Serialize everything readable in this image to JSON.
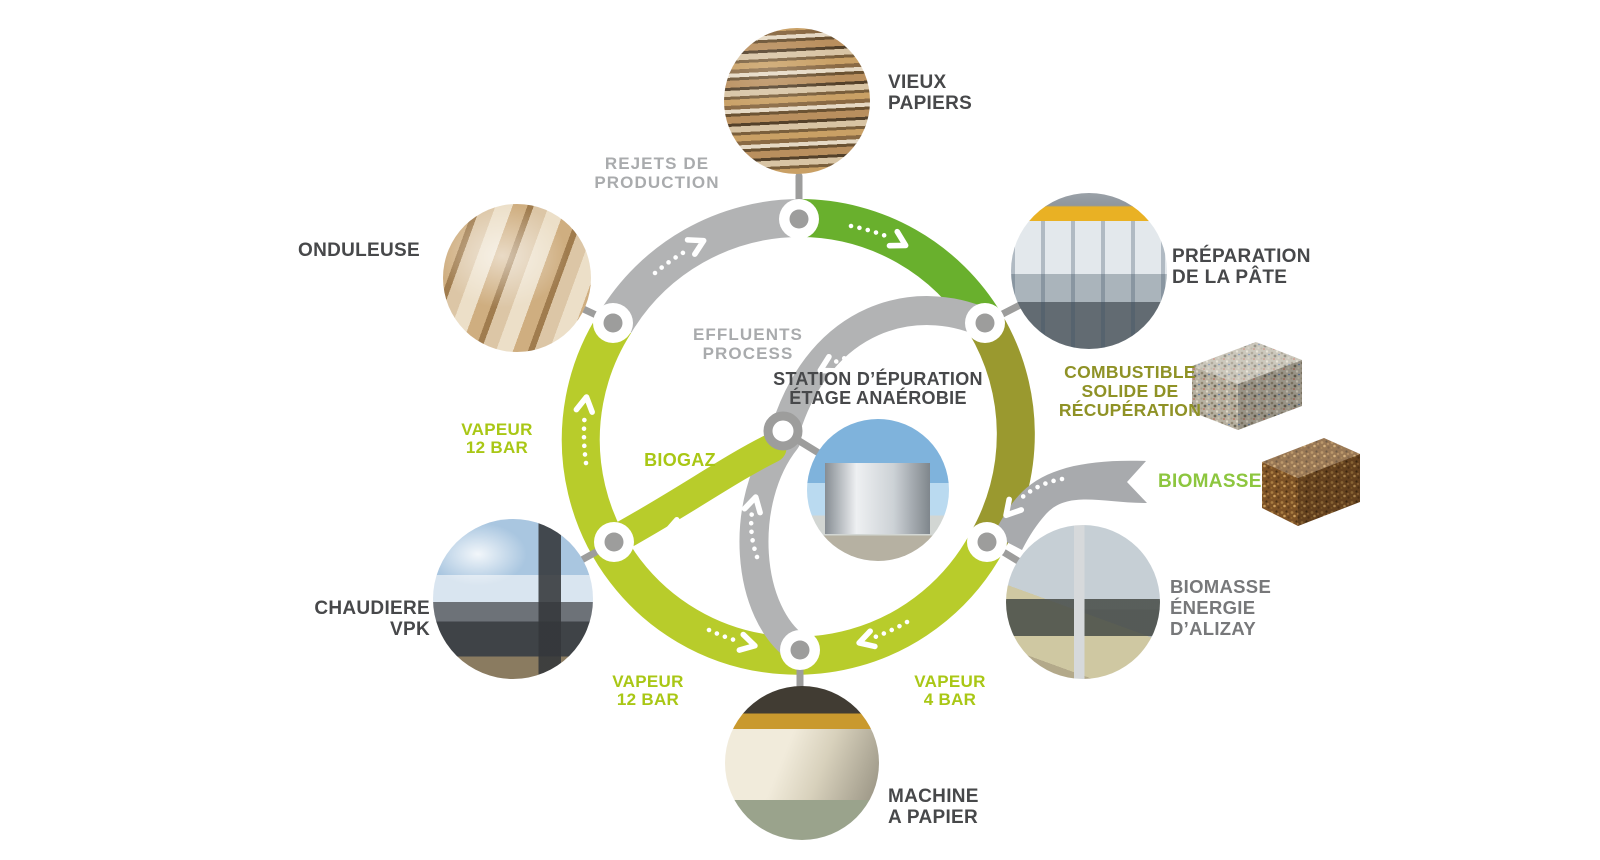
{
  "diagram": {
    "background": "#ffffff",
    "nodes": {
      "vieux_papiers": {
        "label": "VIEUX\nPAPIERS",
        "photo": "stacked-waste-paper-bales"
      },
      "preparation_pate": {
        "label": "PRÉPARATION\nDE LA PÂTE",
        "photo": "pulp-preparation-plant-interior"
      },
      "biomasse_energie": {
        "label": "BIOMASSE\nÉNERGIE\nD’ALIZAY",
        "photo": "biomass-power-plant"
      },
      "machine_papier": {
        "label": "MACHINE\nA PAPIER",
        "photo": "paper-machine-hall"
      },
      "chaudiere_vpk": {
        "label": "CHAUDIERE\nVPK",
        "photo": "vpk-boiler-site"
      },
      "onduleuse": {
        "label": "ONDULEUSE",
        "photo": "cardboard-reels"
      },
      "station_epuration": {
        "label": "STATION D’ÉPURATION\nÉTAGE ANAÉROBIE",
        "photo": "anaerobic-treatment-tank"
      }
    },
    "flows": {
      "rejets_production": "REJETS DE\nPRODUCTION",
      "effluents_process": "EFFLUENTS\nPROCESS",
      "biogaz": "BIOGAZ",
      "vapeur_12bar_left": "VAPEUR\n12 BAR",
      "vapeur_12bar_bottom": "VAPEUR\n12 BAR",
      "vapeur_4bar": "VAPEUR\n4 BAR",
      "combustible_solide": "COMBUSTIBLE\nSOLIDE DE\nRÉCUPÉRATION",
      "biomasse": "BIOMASSE"
    },
    "palette": {
      "green_arc": "#69b02d",
      "olive_arc": "#9a992f",
      "lime_arc": "#b8cc2b",
      "gray_arc": "#b2b3b4",
      "gray_ribbon": "#a8aaad",
      "junction_gray": "#9d9d9c",
      "label_dark": "#47484a",
      "label_medium_gray": "#77787a",
      "label_light_gray": "#a9abad",
      "label_lime": "#a9c715",
      "label_olive": "#8f9226",
      "label_green": "#8dc63f"
    }
  }
}
